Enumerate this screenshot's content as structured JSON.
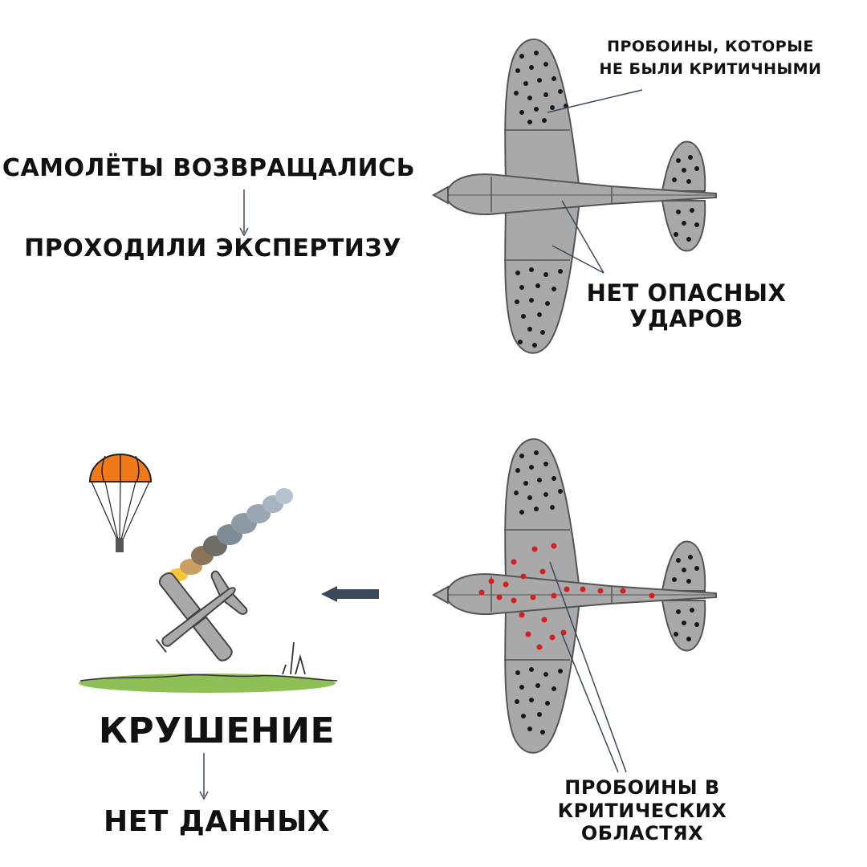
{
  "flow": {
    "returned": "САМОЛЁТЫ ВОЗВРАЩАЛИСЬ",
    "examined": "ПРОХОДИЛИ ЭКСПЕРТИЗУ"
  },
  "annotations": {
    "noncritical_line1": "ПРОБОИНЫ, КОТОРЫЕ",
    "noncritical_line2": "НЕ БЫЛИ КРИТИЧНЫМИ",
    "no_danger_line1": "НЕТ ОПАСНЫХ",
    "no_danger_line2": "УДАРОВ",
    "critical_line1": "ПРОБОИНЫ В",
    "critical_line2": "КРИТИЧЕСКИХ",
    "critical_line3": "ОБЛАСТЯХ"
  },
  "crash": {
    "title": "КРУШЕНИЕ",
    "result": "НЕТ ДАННЫХ"
  },
  "colors": {
    "plane_fill": "#a9a9a9",
    "plane_stroke": "#555555",
    "hole": "#1a1a1a",
    "critical_hole": "#d42020",
    "parachute": "#f07a1a",
    "grass": "#8fbf57",
    "arrow": "#3a4a5c",
    "smoke": "#7e8c98"
  },
  "icons": {
    "parachute": "parachute-icon",
    "falling_plane": "falling-plane-icon",
    "arrow": "arrow-left-icon"
  }
}
